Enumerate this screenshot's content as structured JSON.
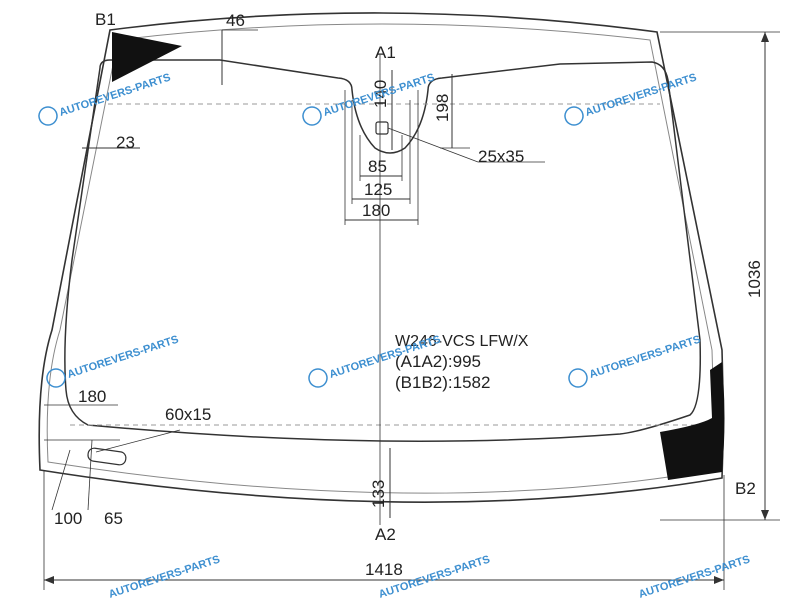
{
  "points": {
    "b1": "B1",
    "a1": "A1",
    "a2": "A2",
    "b2": "B2"
  },
  "dimensions": {
    "top_band": "46",
    "side_band": "23",
    "mirror_height": "140",
    "mirror_band": "198",
    "sensor": "25x35",
    "mirror_w1": "85",
    "mirror_w2": "125",
    "mirror_w3": "180",
    "height_right": "1036",
    "bottom_left": "180",
    "vin_window": "60x15",
    "bottom_band": "133",
    "corner_1": "100",
    "corner_2": "65",
    "total_width": "1418"
  },
  "model": {
    "code": "W246-VCS LFW/X",
    "a1a2": "(A1A2):995",
    "b1b2": "(B1B2):1582"
  },
  "watermark": "AUTOREVERS-PARTS",
  "colors": {
    "line": "#333333",
    "accent": "#3d8fd0",
    "fill": "#111111"
  }
}
